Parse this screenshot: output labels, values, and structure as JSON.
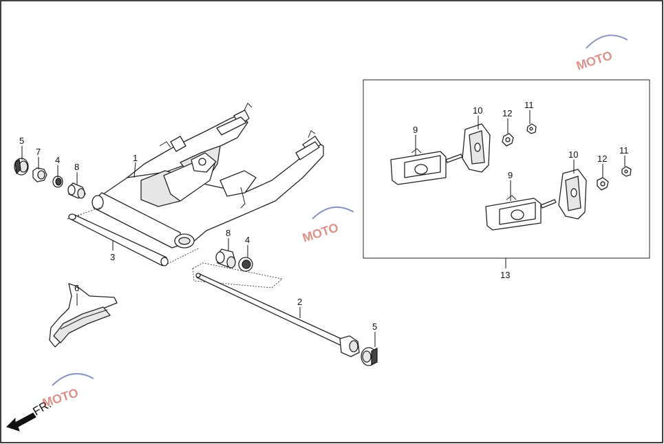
{
  "diagram": {
    "border_color": "#000000",
    "background": "#ffffff",
    "callouts": [
      {
        "id": "c1",
        "label": "1"
      },
      {
        "id": "c2",
        "label": "2"
      },
      {
        "id": "c3",
        "label": "3"
      },
      {
        "id": "c4a",
        "label": "4"
      },
      {
        "id": "c4b",
        "label": "4"
      },
      {
        "id": "c5a",
        "label": "5"
      },
      {
        "id": "c5b",
        "label": "5"
      },
      {
        "id": "c6",
        "label": "6"
      },
      {
        "id": "c7",
        "label": "7"
      },
      {
        "id": "c8a",
        "label": "8"
      },
      {
        "id": "c8b",
        "label": "8"
      },
      {
        "id": "c9a",
        "label": "9"
      },
      {
        "id": "c9b",
        "label": "9"
      },
      {
        "id": "c10a",
        "label": "10"
      },
      {
        "id": "c10b",
        "label": "10"
      },
      {
        "id": "c11a",
        "label": "11"
      },
      {
        "id": "c11b",
        "label": "11"
      },
      {
        "id": "c12a",
        "label": "12"
      },
      {
        "id": "c12b",
        "label": "12"
      },
      {
        "id": "c13",
        "label": "13"
      }
    ],
    "direction_label": "FR.",
    "watermark": {
      "text": "MOTO",
      "colors": [
        "#c0392b",
        "#2c3e91"
      ]
    }
  }
}
